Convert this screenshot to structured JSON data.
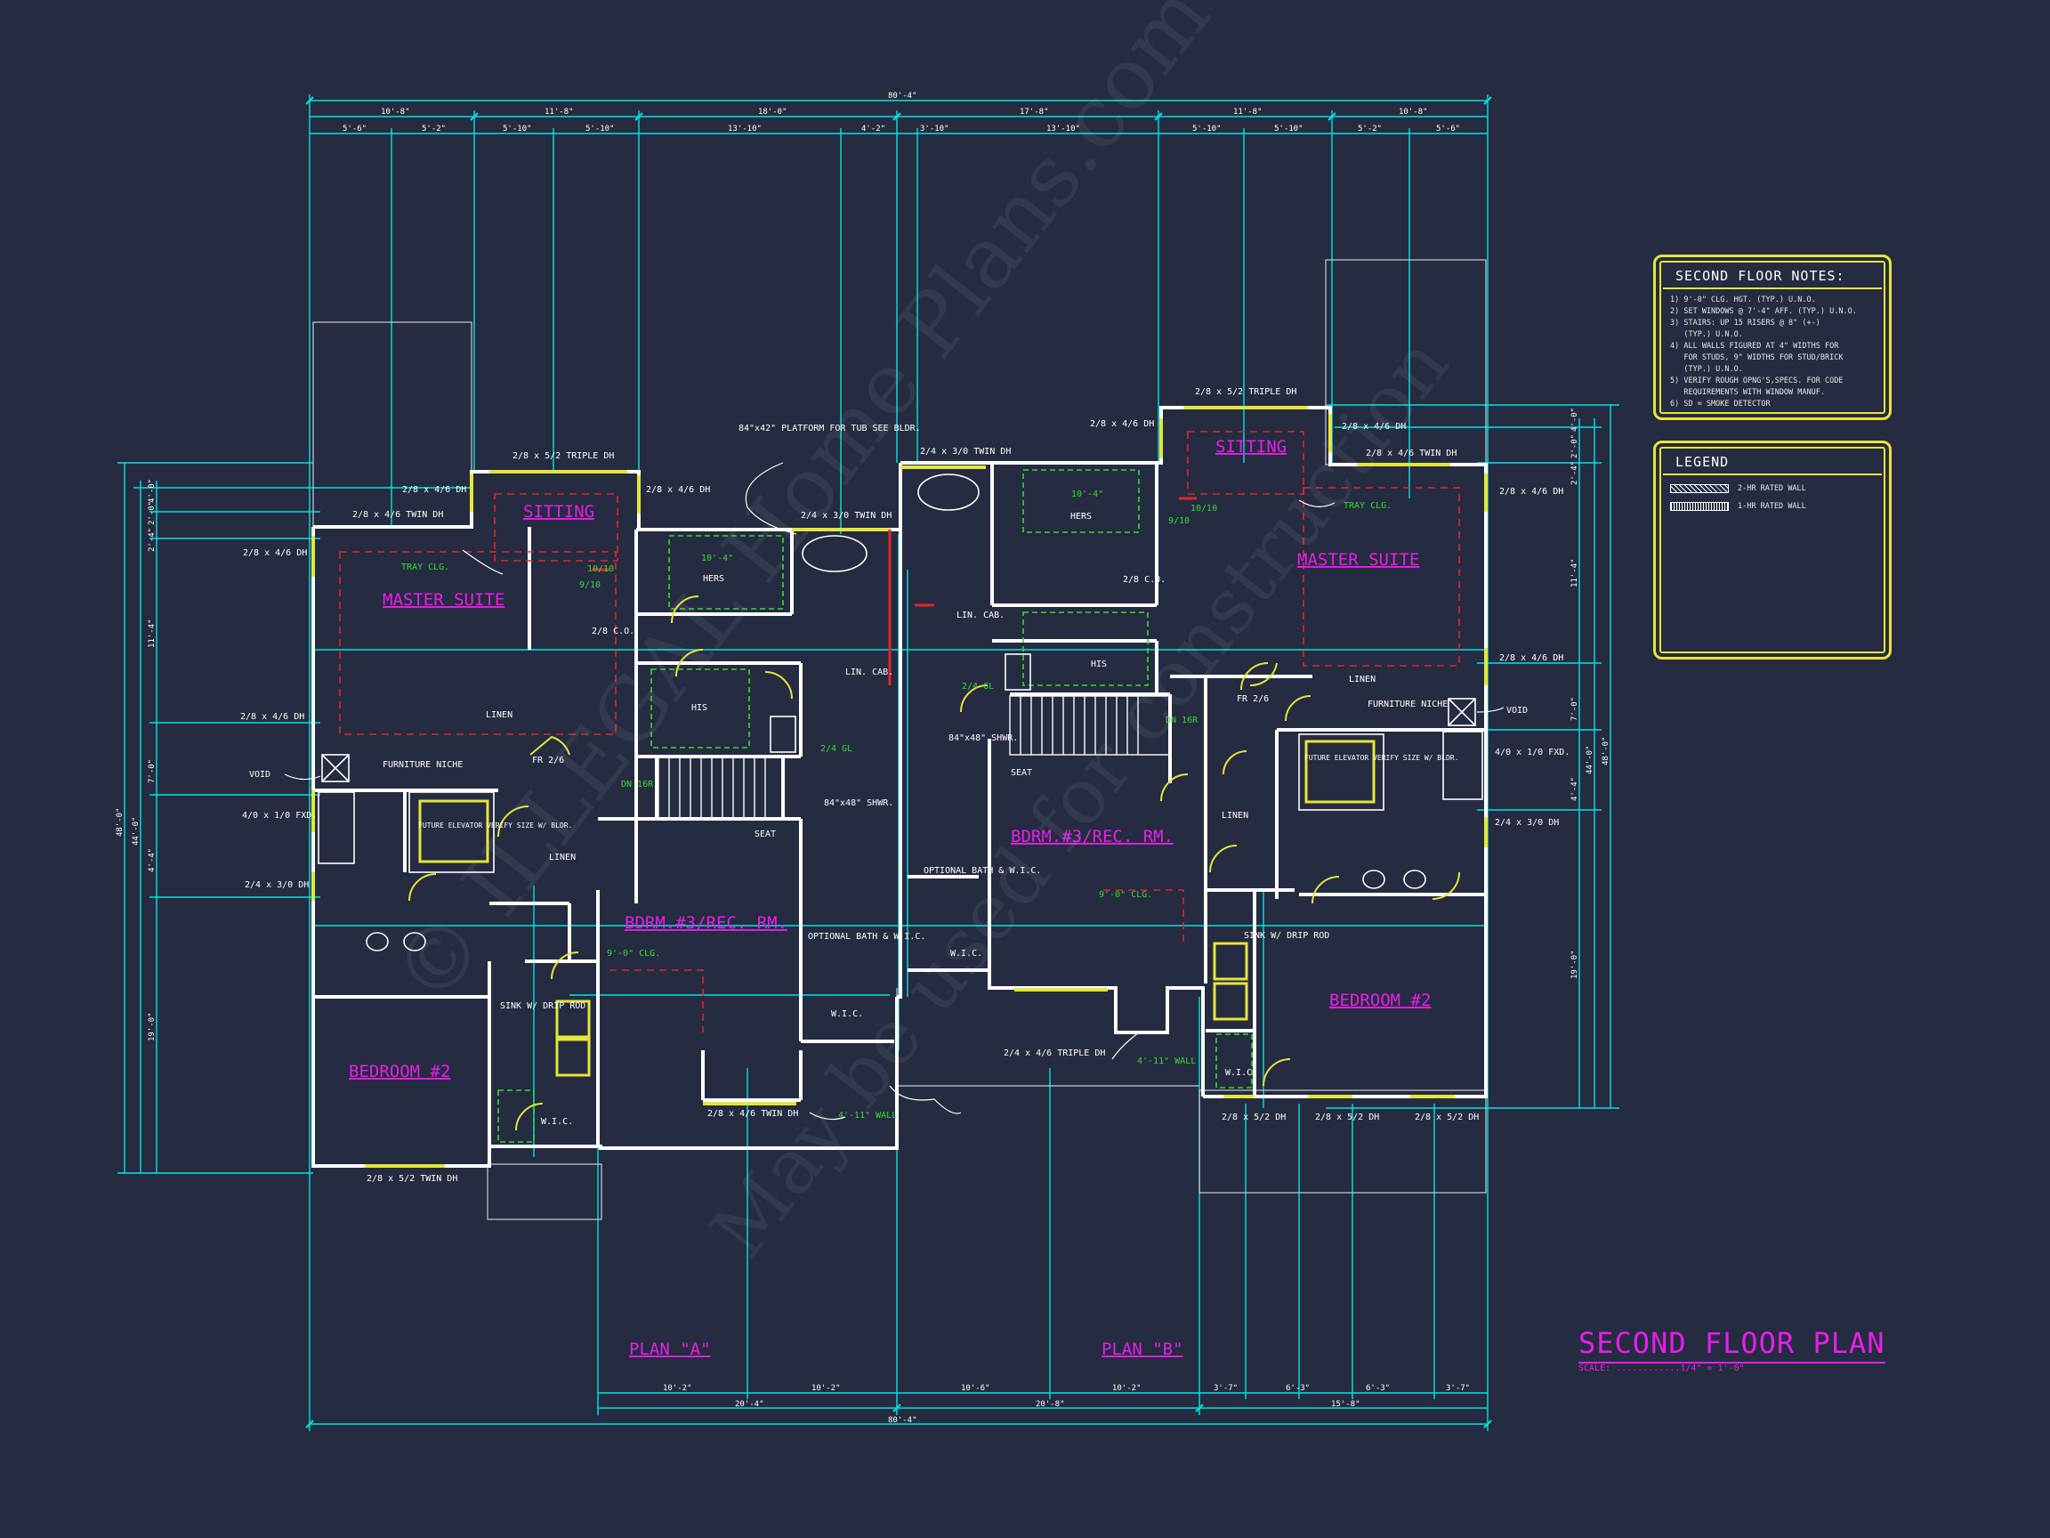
{
  "sheet": {
    "title": "SECOND FLOOR PLAN",
    "scale": "SCALE: ............1/4\" = 1'-0\""
  },
  "notes": {
    "title": "SECOND FLOOR NOTES:",
    "items": [
      "1) 9'-0\" CLG. HGT. (TYP.) U.N.O.",
      "2) SET WINDOWS @ 7'-4\" AFF. (TYP.) U.N.O.",
      "3) STAIRS: UP 15 RISERS @ 8\" (+-)",
      "   (TYP.) U.N.O.",
      "4) ALL WALLS FIGURED AT 4\" WIDTHS FOR",
      "   FOR STUDS, 9\" WIDTHS FOR STUD/BRICK",
      "   (TYP.) U.N.O.",
      "5) VERIFY ROUGH OPNG'S,SPECS. FOR CODE",
      "   REQUIREMENTS WITH WINDOW MANUF.",
      "6) SD = SMOKE DETECTOR"
    ]
  },
  "legend": {
    "title": "LEGEND",
    "items": [
      "2-HR RATED WALL",
      "1-HR RATED WALL"
    ]
  },
  "watermark": {
    "line1": "© ILLEGAL Home Plans.com",
    "line2": "May be used for construction"
  },
  "dimensions_top": {
    "overall": "80'-4\"",
    "row2": [
      "10'-8\"",
      "11'-8\"",
      "18'-0\"",
      "17'-8\"",
      "11'-8\"",
      "10'-8\""
    ],
    "row3": [
      "5'-6\"",
      "5'-2\"",
      "5'-10\"",
      "5'-10\"",
      "13'-10\"",
      "4'-2\"",
      "3'-10\"",
      "13'-10\"",
      "5'-10\"",
      "5'-10\"",
      "5'-2\"",
      "5'-6\""
    ]
  },
  "dimensions_bottom": {
    "overall": "80'-4\"",
    "row1": [
      "20'-4\"",
      "20'-8\"",
      "15'-8\""
    ],
    "row2": [
      "10'-2\"",
      "10'-2\"",
      "10'-6\"",
      "10'-2\"",
      "3'-7\"",
      "6'-3\"",
      "6'-3\"",
      "3'-7\""
    ]
  },
  "dimensions_left": {
    "overall": "48'-0\"",
    "sub": "44'-0\"",
    "row": [
      "4'-0\"",
      "2'-0\"",
      "2'-4\"",
      "11'-4\"",
      "7'-0\"",
      "4'-4\"",
      "19'-0\""
    ]
  },
  "dimensions_right": {
    "overall": "48'-0\"",
    "sub": "44'-0\"",
    "row": [
      "4'-0\"",
      "2'-0\"",
      "2'-4\"",
      "11'-4\"",
      "7'-0\"",
      "4'-4\"",
      "19'-0\""
    ]
  },
  "plan_labels": {
    "plan_a": "PLAN \"A\"",
    "plan_b": "PLAN \"B\""
  },
  "rooms": {
    "a_sitting": "SITTING",
    "a_master": "MASTER SUITE",
    "a_bdrm3": "BDRM.#3/REC. RM.",
    "a_bedroom2": "BEDROOM #2",
    "b_sitting": "SITTING",
    "b_master": "MASTER SUITE",
    "b_bdrm3": "BDRM.#3/REC. RM.",
    "b_bedroom2": "BEDROOM #2"
  },
  "annotations_white": {
    "a_win1": "2/8 x 4/6 DH",
    "a_win2": "2/8 x 4/6 TWIN DH",
    "a_win3": "2/8 x 5/2 TRIPLE DH",
    "a_win4": "2/8 x 4/6 DH",
    "a_win5": "2/8 x 4/6 DH",
    "a_win6": "2/8 x 4/6 DH",
    "a_void": "VOID",
    "a_fxd": "4/0 x 1/0 FXD.",
    "a_win7": "2/4 x 3/0 DH",
    "a_win8": "2/8 x 5/2 TWIN DH",
    "a_win9": "2/8 x 4/6 TWIN DH",
    "a_platform": "84\"x42\" PLATFORM FOR TUB SEE BLDR.",
    "a_win10": "2/4 x 3/0 TWIN DH",
    "a_hers": "HERS",
    "a_his": "HIS",
    "a_linen": "LINEN",
    "a_linen2": "LINEN",
    "a_lincab": "LIN. CAB.",
    "a_furniture": "FURNITURE NICHE",
    "a_elevator": "FUTURE ELEVATOR VERIFY SIZE W/ BLDR.",
    "a_shwr": "84\"x48\" SHWR.",
    "a_seat": "SEAT",
    "a_optbath": "OPTIONAL BATH & W.I.C.",
    "a_wic1": "W.I.C.",
    "a_wic2": "W.I.C.",
    "a_sink": "SINK W/ DRIP ROD",
    "a_co": "2/8 C.O.",
    "a_fr": "FR 2/6",
    "b_win1": "2/4 x 3/0 TWIN DH",
    "b_win2": "2/8 x 4/6 DH",
    "b_win3": "2/8 x 5/2 TRIPLE DH",
    "b_win4": "2/8 x 4/6 DH",
    "b_win5": "2/8 x 4/6 TWIN DH",
    "b_win6": "2/8 x 4/6 DH",
    "b_win7": "2/8 x 4/6 DH",
    "b_void": "VOID",
    "b_fxd": "4/0 x 1/0 FXD.",
    "b_win8": "2/4 x 3/0 DH",
    "b_win9": "2/4 x 4/6 TRIPLE DH",
    "b_win10": "2/8 x 5/2 DH",
    "b_win11": "2/8 x 5/2 DH",
    "b_win12": "2/8 x 5/2 DH",
    "b_hers": "HERS",
    "b_his": "HIS",
    "b_linen": "LINEN",
    "b_linen2": "LINEN",
    "b_lincab": "LIN. CAB.",
    "b_furniture": "FURNITURE NICHE",
    "b_elevator": "FUTURE ELEVATOR VERIFY SIZE W/ BLDR.",
    "b_shwr": "84\"x48\" SHWR.",
    "b_seat": "SEAT",
    "b_optbath": "OPTIONAL BATH & W.I.C.",
    "b_wic1": "W.I.C.",
    "b_wic2": "W.I.C.",
    "b_sink": "SINK W/ DRIP ROD",
    "b_co": "2/8 C.O.",
    "b_fr": "FR 2/6"
  },
  "annotations_green": {
    "a_tray": "TRAY CLG.",
    "a_dn": "DN 16R",
    "a_clg": "9'-0\" CLG.",
    "a_wall": "4'-11\" WALL",
    "a_sd": "10'-4\"",
    "a_gl": "2/4 GL",
    "b_tray": "TRAY CLG.",
    "b_dn": "DN 16R",
    "b_clg": "9'-0\" CLG.",
    "b_wall": "4'-11\" WALL",
    "b_sd": "10'-4\"",
    "b_gl": "2/4 GL",
    "a_1010": "10/10",
    "a_910": "9/10",
    "b_1010": "10/10",
    "b_910": "9/10"
  },
  "colors": {
    "background": "#252b40",
    "walls": "#ffffff",
    "dimension": "#00e5e5",
    "room_label": "#e81ee8",
    "note_green": "#33dd33",
    "windows": "#e6e63a",
    "red_dash": "#e02828"
  }
}
